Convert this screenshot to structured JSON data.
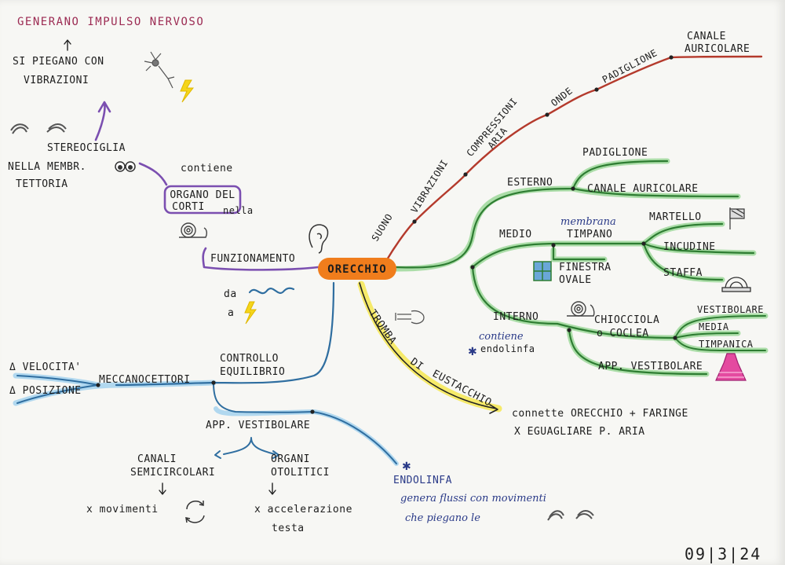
{
  "center": "ORECCHIO",
  "title_top": "GENERANO IMPULSO NERVOSO",
  "left": {
    "si_piegano": [
      "SI PIEGANO CON",
      "VIBRAZIONI"
    ],
    "stereociglia": "STEREOCIGLIA",
    "membrana": [
      "NELLA MEMBR.",
      "TETTORIA"
    ],
    "contiene": "contiene",
    "organo": [
      "ORGANO DEL",
      "CORTI"
    ],
    "nella": "nella",
    "funzionamento": "FUNZIONAMENTO",
    "da": "da",
    "a": "a"
  },
  "right_top": {
    "suono": "SUONO",
    "vibrazioni": "VIBRAZIONI",
    "compressioni": [
      "COMPRESSIONI",
      "ARIA"
    ],
    "onde": "ONDE",
    "padiglione": "PADIGLIONE",
    "canale": [
      "CANALE",
      "AURICOLARE"
    ]
  },
  "right": {
    "esterno": "ESTERNO",
    "esterno_items": [
      "PADIGLIONE",
      "CANALE AURICOLARE"
    ],
    "medio": "MEDIO",
    "membrana": [
      "membrana",
      "TIMPANO"
    ],
    "ossicini": [
      "MARTELLO",
      "INCUDINE",
      "STAFFA"
    ],
    "finestra": [
      "FINESTRA",
      "OVALE"
    ],
    "interno": "INTERNO",
    "chiocciola": [
      "CHIOCCIOLA",
      "o COCLEA"
    ],
    "scale": [
      "VESTIBOLARE",
      "MEDIA",
      "TIMPANICA"
    ],
    "app_vestibolare": "APP. VESTIBOLARE",
    "contiene_endolinfa": [
      "contiene",
      "endolinfa"
    ]
  },
  "tromba": {
    "label": [
      "TROMBA",
      "DI",
      "EUSTACCHIO"
    ],
    "connette": "connette ORECCHIO + FARINGE",
    "eguagliare": "X EGUAGLIARE P. ARIA"
  },
  "bottom_left": {
    "velocita": "Δ VELOCITA'",
    "posizione": "Δ POSIZIONE",
    "meccanocettori": "MECCANOCETTORI",
    "controllo": [
      "CONTROLLO",
      "EQUILIBRIO"
    ],
    "app_vestibolare": "APP. VESTIBOLARE",
    "canali": [
      "CANALI",
      "SEMICIRCOLARI"
    ],
    "organi": [
      "ORGANI",
      "OTOLITICI"
    ],
    "movimenti": "x movimenti",
    "accelerazione": [
      "x accelerazione",
      "testa"
    ]
  },
  "endolinfa": {
    "title": "ENDOLINFA",
    "text": [
      "genera flussi con movimenti",
      "che piegano le"
    ]
  },
  "date": "09|3|24",
  "colors": {
    "purple": "#7b4fb0",
    "orange": "#f07d1c",
    "blue": "#2f6ea0",
    "red": "#b43a2c",
    "green": "#2e7d32",
    "highlight_green": "#9ed89a",
    "highlight_blue": "#a9d4ee",
    "highlight_yellow": "#f5e85a",
    "title_pink": "#9c2b53"
  },
  "icons": [
    "neuron-icon",
    "lightning-icon",
    "hair-cells-icon",
    "eyes-icon",
    "snail-icon",
    "ear-icon",
    "wave-icon",
    "eustachian-tube-icon",
    "hammer-flag-icon",
    "fish-icon",
    "stirrup-icon",
    "dress-icon",
    "rotation-arrows-icon",
    "asterisk-icon"
  ]
}
